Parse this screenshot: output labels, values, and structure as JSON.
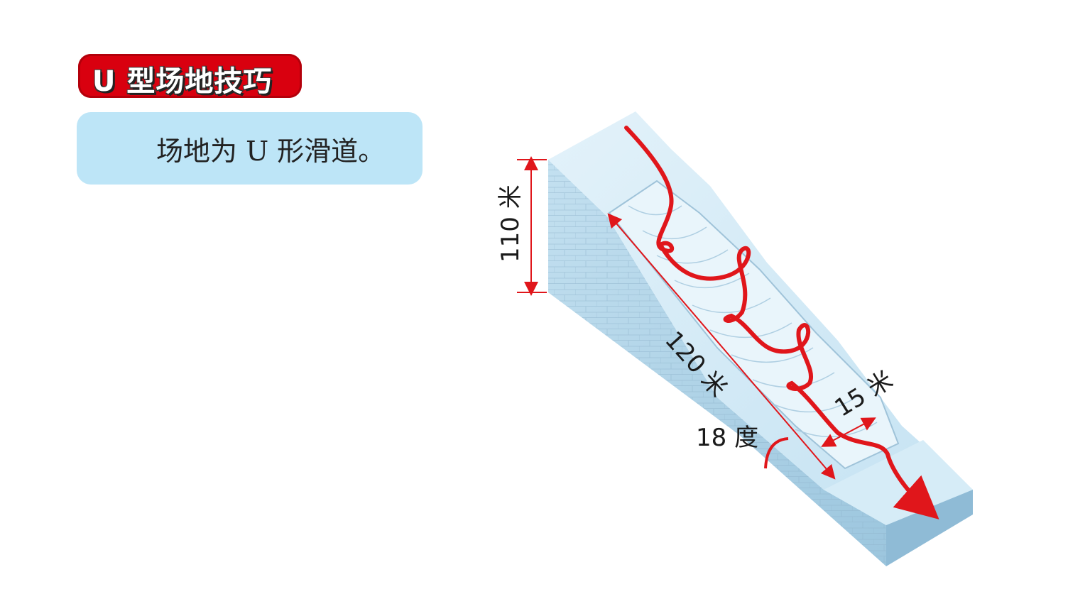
{
  "title": "U 型场地技巧",
  "description": "场地为 U 形滑道。",
  "diagram": {
    "height_label": "110 米",
    "length_label": "120 米",
    "width_label": "15 米",
    "angle_label": "18 度",
    "colors": {
      "accent": "#e0161b",
      "ice_top": "#cfe8f5",
      "ice_side": "#a9cde3",
      "ice_wall": "#b8d9ec",
      "pipe": "#e6f4fb"
    }
  }
}
